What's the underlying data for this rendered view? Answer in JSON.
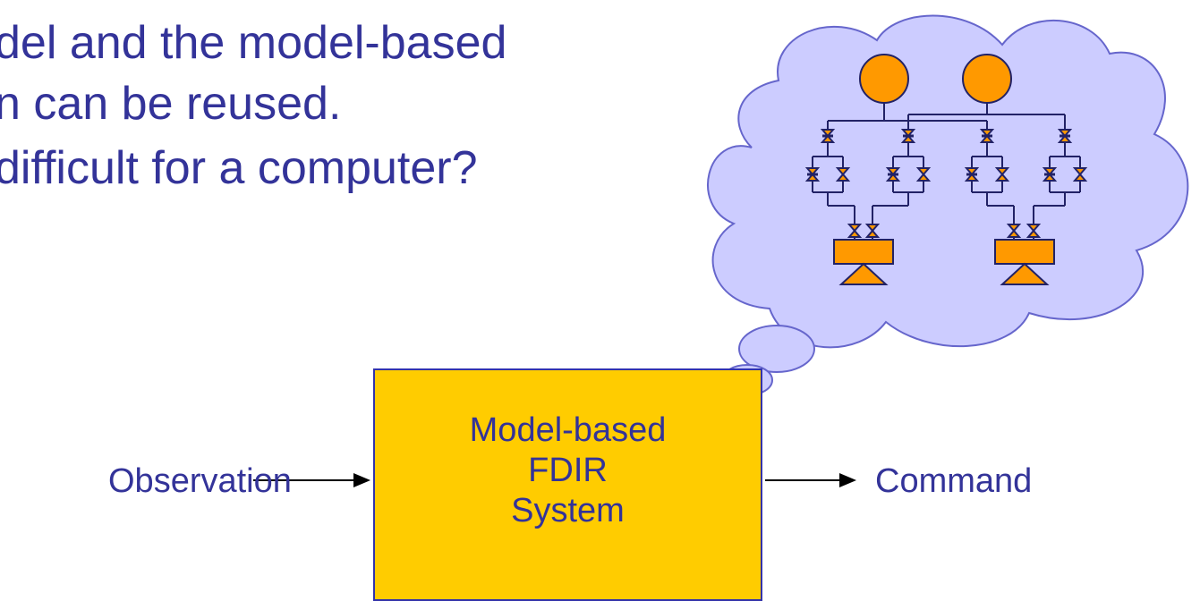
{
  "slide": {
    "bullets": [
      "del and the model-based",
      "n can be reused.",
      "difficult for a computer?"
    ]
  },
  "diagram": {
    "box_lines": [
      "Model-based",
      "FDIR",
      "System"
    ],
    "input_label": "Observation",
    "output_label": "Command"
  },
  "colors": {
    "text": "#333399",
    "box_fill": "#ffcc00",
    "cloud_fill": "#ccccff",
    "tank_fill": "#ff9900",
    "line": "#222266"
  }
}
